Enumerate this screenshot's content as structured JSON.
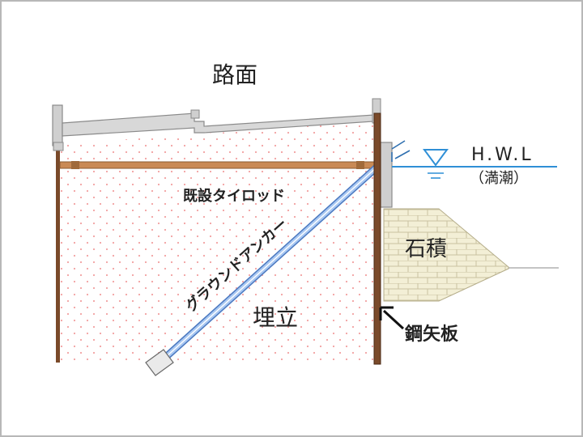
{
  "labels": {
    "road_surface": "路面",
    "existing_tie_rod": "既設タイロッド",
    "ground_anchor": "グラウンドアンカー",
    "reclaimed_land": "埋立",
    "steel_sheet_pile": "鋼矢板",
    "masonry": "石積",
    "hwl": "H.W.L",
    "hwl_note": "（満潮）"
  },
  "colors": {
    "frame": "#b8b8b8",
    "fill_dots": "#f2a0a0",
    "sheet_pile": "#7a4a2a",
    "tie_rod": "#c98a55",
    "anchor": "#7fa8e6",
    "water_line": "#2f8fd6",
    "masonry_fill": "#f3efd6",
    "concrete": "#cfcfcf"
  },
  "icons": {
    "water_level": "water-level-triangle-icon",
    "arrow": "arrow-pointer-icon"
  }
}
